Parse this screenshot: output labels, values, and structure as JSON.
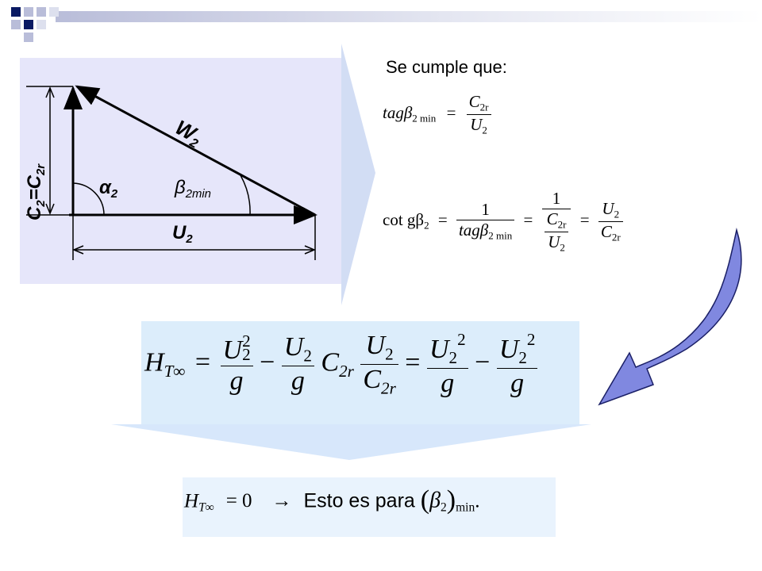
{
  "colors": {
    "header_dark": "#0a1a63",
    "header_light": "#b9bdd9",
    "diagram_bg": "#e6e6fa",
    "callout": "#d2ddf4",
    "equation_box": "#dcedfb",
    "arrow_fill": "#8088e0"
  },
  "diagram": {
    "label_c2": "C",
    "label_c2_sub": "2",
    "label_eq": "=C",
    "label_c2r_sub": "2r",
    "label_w2": "W",
    "label_w2_sub": "2",
    "label_alpha": "α",
    "label_alpha_sub": "2",
    "label_beta": "β",
    "label_beta_sub": "2min",
    "label_u2": "U",
    "label_u2_sub": "2"
  },
  "text": {
    "intro": "Se cumple que:"
  },
  "eq1": {
    "lhs": "tagβ",
    "lhs_sub": "2 min",
    "eq": "=",
    "num": "C",
    "num_sub": "2r",
    "den": "U",
    "den_sub": "2"
  },
  "eq2": {
    "lhs": "cot gβ",
    "lhs_sub": "2",
    "eq": "=",
    "f1_num": "1",
    "f1_den": "tagβ",
    "f1_den_sub": "2 min",
    "f2_num": "1",
    "f2_inner_num": "C",
    "f2_inner_num_sub": "2r",
    "f2_inner_den": "U",
    "f2_inner_den_sub": "2",
    "f3_num": "U",
    "f3_num_sub": "2",
    "f3_den": "C",
    "f3_den_sub": "2r"
  },
  "eq3": {
    "lhs": "H",
    "lhs_sub": "T∞",
    "eq": "=",
    "minus": "−",
    "U": "U",
    "sub2": "2",
    "sup2": "2",
    "g": "g",
    "C": "C",
    "sub2r": "2r"
  },
  "result": {
    "lhs": "H",
    "lhs_sub": "T∞",
    "rhs": "= 0",
    "arrow": "→",
    "text": "Esto es para",
    "paren_open": "(",
    "beta": "β",
    "beta_sub": "2",
    "paren_close": ")",
    "outer_sub": "min",
    "end": "."
  }
}
